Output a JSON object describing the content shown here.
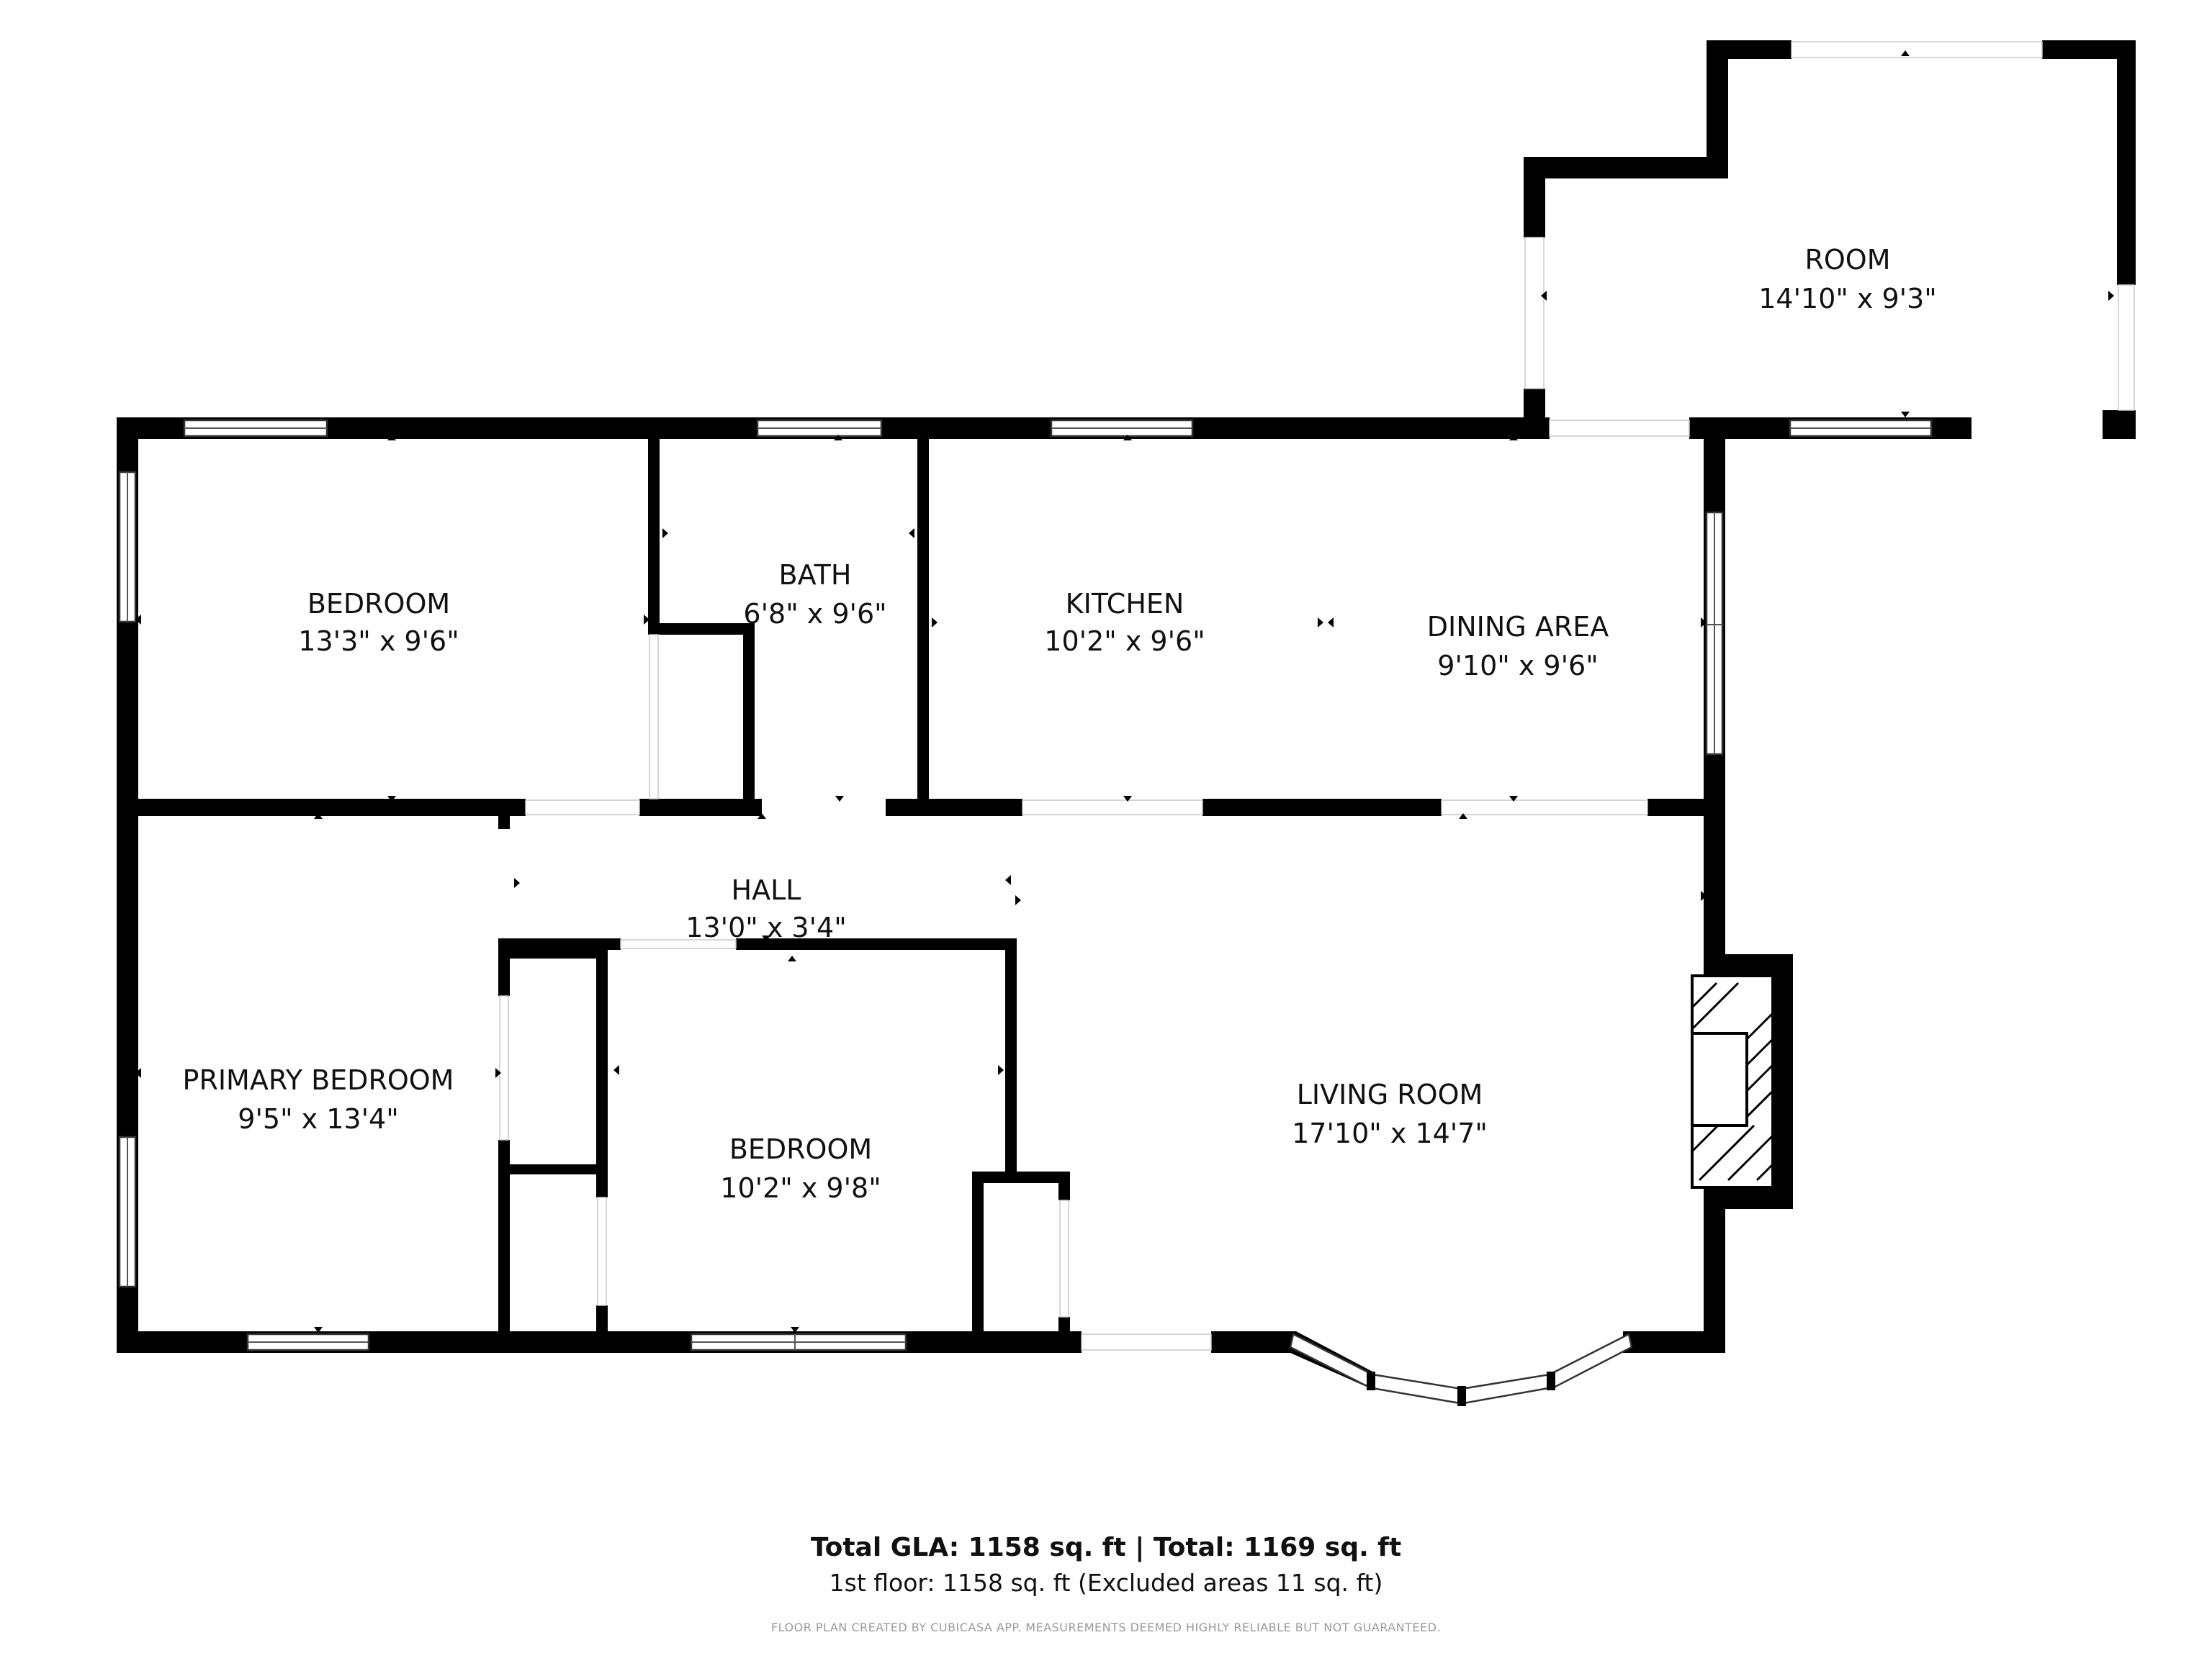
{
  "rooms": [
    {
      "name": "ROOM",
      "dims": "14'10\" x 9'3\""
    },
    {
      "name": "BEDROOM",
      "dims": "13'3\" x 9'6\""
    },
    {
      "name": "BATH",
      "dims": "6'8\" x 9'6\""
    },
    {
      "name": "KITCHEN",
      "dims": "10'2\" x 9'6\""
    },
    {
      "name": "DINING AREA",
      "dims": "9'10\" x 9'6\""
    },
    {
      "name": "HALL",
      "dims": "13'0\" x 3'4\""
    },
    {
      "name": "PRIMARY BEDROOM",
      "dims": "9'5\" x 13'4\""
    },
    {
      "name": "BEDROOM",
      "dims": "10'2\" x 9'8\""
    },
    {
      "name": "LIVING ROOM",
      "dims": "17'10\" x 14'7\""
    }
  ],
  "summary": {
    "main": "Total GLA: 1158 sq. ft | Total: 1169 sq. ft",
    "sub": "1st floor: 1158 sq. ft (Excluded areas 11 sq. ft)",
    "disclaimer": "FLOOR PLAN CREATED BY CUBICASA APP. MEASUREMENTS DEEMED HIGHLY RELIABLE BUT NOT GUARANTEED."
  }
}
